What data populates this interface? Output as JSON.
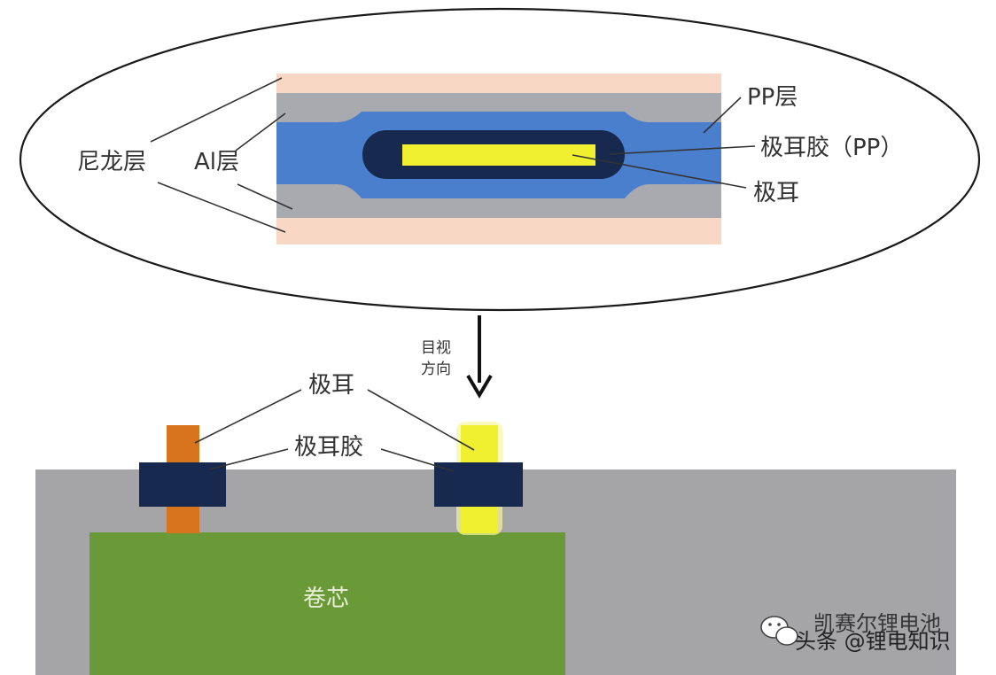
{
  "labels": {
    "nylon_layer": "尼龙层",
    "al_layer": "Al层",
    "pp_layer": "PP层",
    "tab_glue_pp": "极耳胶（PP）",
    "tab_top": "极耳",
    "view_direction_line1": "目视",
    "view_direction_line2": "方向",
    "tab_bottom": "极耳",
    "tab_glue": "极耳胶",
    "jelly_roll": "卷芯"
  },
  "watermark": {
    "text_back": "凯赛尔锂电池",
    "text_front": "头条 @锂电知识"
  },
  "colors": {
    "nylon": "#f8d8c4",
    "aluminum": "#a9aaaf",
    "pp": "#4a7fce",
    "tab_glue": "#17294f",
    "tab_yellow": "#f0f030",
    "tab_orange": "#d8741e",
    "jelly_roll": "#6a9a38",
    "package_gray": "#a5a5a8"
  }
}
